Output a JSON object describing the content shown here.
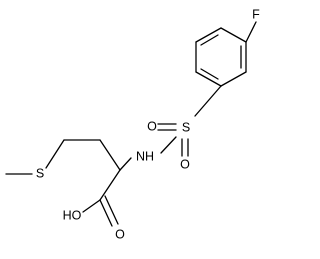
{
  "molecule": {
    "atoms": {
      "fluorine": "F",
      "sulfur_sulfonyl": "S",
      "oxygen_sulfonyl_left": "O",
      "oxygen_sulfonyl_bottom": "O",
      "nitrogen": "NH",
      "sulfur_thioether": "S",
      "hydroxyl": "HO",
      "carbonyl_oxygen": "O"
    }
  }
}
